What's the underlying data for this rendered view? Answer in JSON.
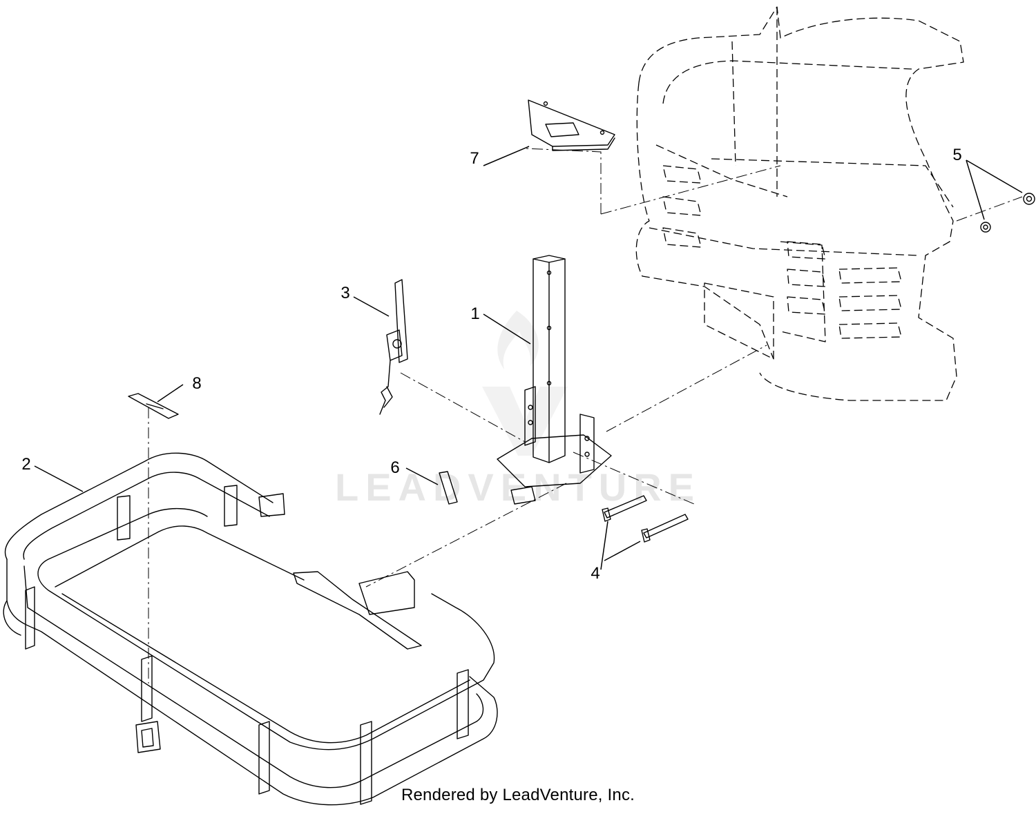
{
  "diagram": {
    "callouts": [
      {
        "id": "1",
        "label": "1"
      },
      {
        "id": "2",
        "label": "2"
      },
      {
        "id": "3",
        "label": "3"
      },
      {
        "id": "4",
        "label": "4"
      },
      {
        "id": "5",
        "label": "5"
      },
      {
        "id": "6",
        "label": "6"
      },
      {
        "id": "7",
        "label": "7"
      },
      {
        "id": "8",
        "label": "8"
      }
    ],
    "watermark": "LEADVENTURE",
    "footer": "Rendered by LeadVenture, Inc."
  }
}
